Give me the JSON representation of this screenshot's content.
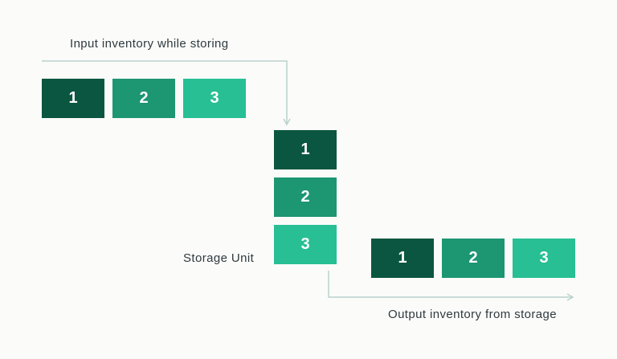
{
  "labels": {
    "input": "Input inventory while storing",
    "storage": "Storage Unit",
    "output": "Output inventory from storage"
  },
  "input_row": [
    "1",
    "2",
    "3"
  ],
  "storage_stack": [
    "1",
    "2",
    "3"
  ],
  "output_row": [
    "1",
    "2",
    "3"
  ],
  "colors": {
    "dark": "#0b5640",
    "medium": "#1d9672",
    "light": "#27bf93",
    "arrow": "#b9d2cd",
    "text": "#2f3a3e"
  }
}
